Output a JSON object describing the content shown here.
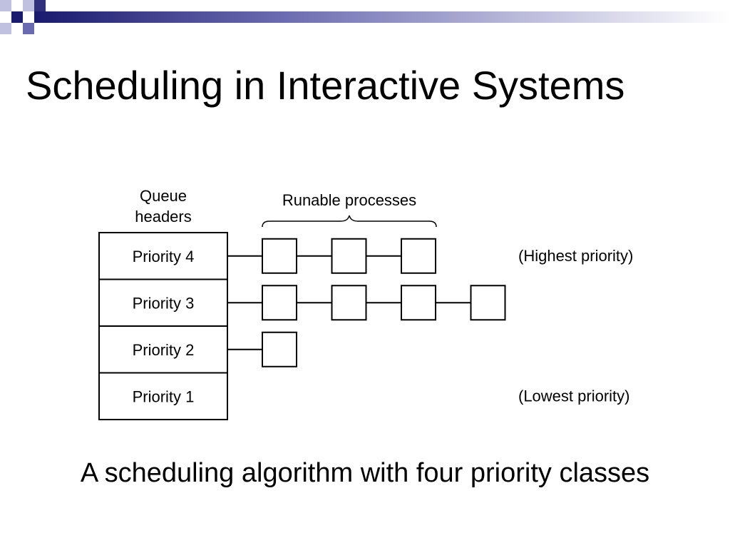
{
  "slide": {
    "title": "Scheduling in Interactive Systems",
    "caption": "A scheduling algorithm with four priority classes"
  },
  "diagram": {
    "queue_headers_label": [
      "Queue",
      "headers"
    ],
    "runable_label": "Runable processes",
    "queues": [
      {
        "label": "Priority 4",
        "process_count": 3,
        "note": "(Highest priority)"
      },
      {
        "label": "Priority 3",
        "process_count": 4,
        "note": ""
      },
      {
        "label": "Priority 2",
        "process_count": 1,
        "note": ""
      },
      {
        "label": "Priority 1",
        "process_count": 0,
        "note": "(Lowest priority)"
      }
    ]
  },
  "colors": {
    "accent_dark": "#1a1a6e",
    "accent_mid": "#6a6ab0",
    "accent_light": "#c0c0e0",
    "line": "#000000"
  },
  "icons": {
    "corner": "checkered-squares-decoration"
  }
}
